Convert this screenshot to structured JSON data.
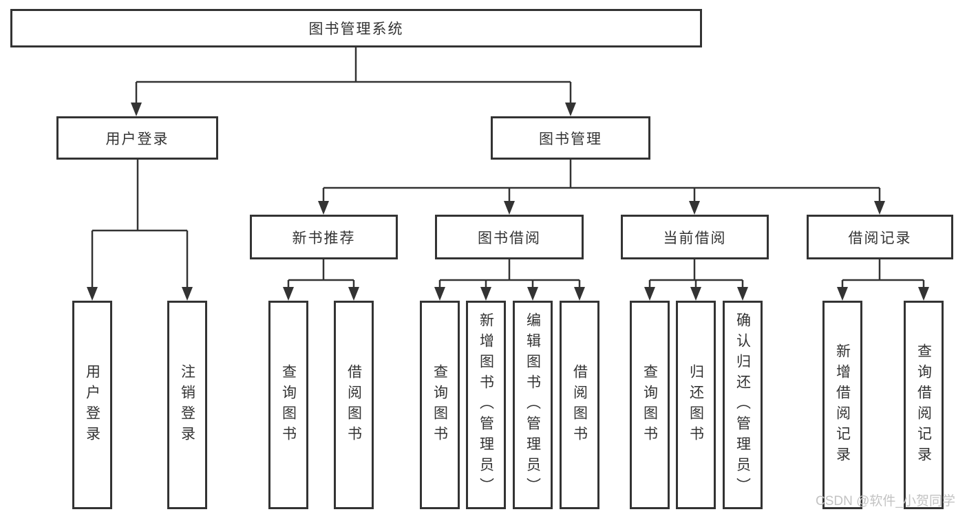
{
  "diagram": {
    "type": "hierarchy",
    "colors": {
      "line": "#333333",
      "box_border": "#333333",
      "box_fill": "#ffffff",
      "text": "#333333",
      "watermark": "#c3c3c3",
      "background": "#ffffff"
    },
    "nodes": {
      "root": {
        "label": "图书管理系统"
      },
      "user_login": {
        "label": "用户登录",
        "children": {
          "login": {
            "label": "用户登录"
          },
          "logout": {
            "label": "注销登录"
          }
        }
      },
      "book_mgmt": {
        "label": "图书管理",
        "children": {
          "new_book": {
            "label": "新书推荐",
            "children": {
              "query": {
                "label": "查询图书"
              },
              "borrow": {
                "label": "借阅图书"
              }
            }
          },
          "borrow": {
            "label": "图书借阅",
            "children": {
              "query": {
                "label": "查询图书"
              },
              "add": {
                "label": "新增图书（管理员）"
              },
              "edit": {
                "label": "编辑图书（管理员）"
              },
              "borrow_book": {
                "label": "借阅图书"
              }
            }
          },
          "current": {
            "label": "当前借阅",
            "children": {
              "query": {
                "label": "查询图书"
              },
              "return": {
                "label": "归还图书"
              },
              "confirm": {
                "label": "确认归还（管理员）"
              }
            }
          },
          "record": {
            "label": "借阅记录",
            "children": {
              "add": {
                "label": "新增借阅记录"
              },
              "query": {
                "label": "查询借阅记录"
              }
            }
          }
        }
      }
    }
  },
  "watermark": {
    "text": "CSDN @软件_小贺同学"
  }
}
